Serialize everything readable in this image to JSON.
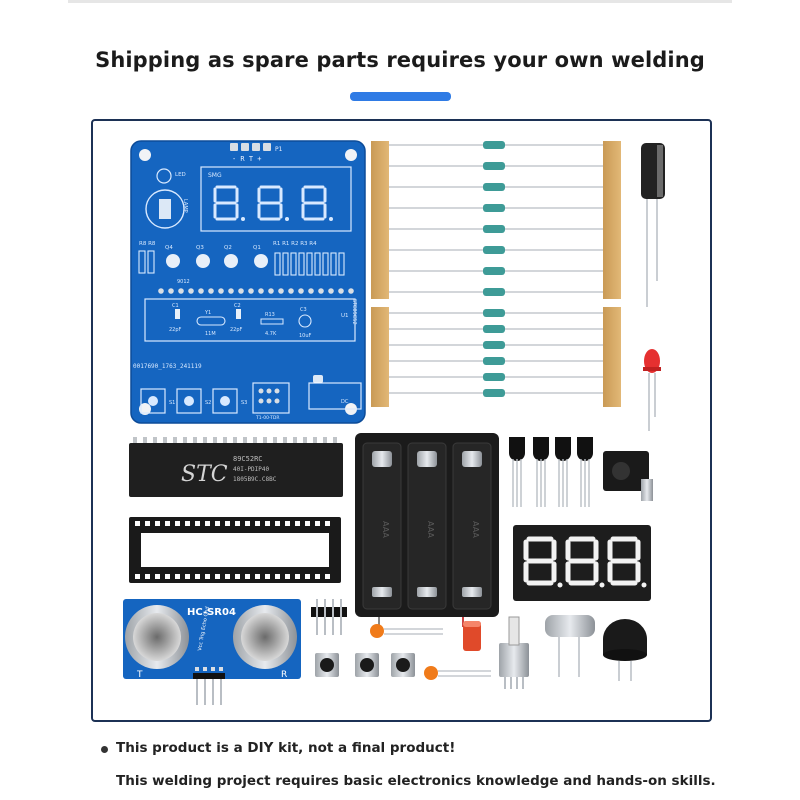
{
  "headline": "Shipping as spare parts requires your own welding",
  "colors": {
    "accent": "#2f7be5",
    "frame": "#1c3155",
    "pcb": "#1565c0",
    "segment": "#d8e9ff"
  },
  "photo": {
    "pcb_labels": {
      "header_text": "- R T +",
      "p1": "P1",
      "smg": "SMG",
      "led": "LED",
      "lamp": "LAMP",
      "resistor_row": "R8 R8",
      "q4": "Q4",
      "q3": "Q3",
      "q2": "Q2",
      "q1": "Q1",
      "r_row": "R1 R1 R2 R3 R4",
      "q_part": "9012",
      "stc": "STC89C52",
      "u1": "U1",
      "c1": "C1",
      "c2": "C2",
      "c1_val": "22pF",
      "c2_val": "22pF",
      "crystal": "Y1",
      "crystal_val": "11M",
      "r13": "R13",
      "r13_val": "4.7K",
      "c3": "C3",
      "c3_val": "10uF",
      "serial": "0017690_1763_241119",
      "s1": "S1",
      "s2": "S2",
      "s3": "S3",
      "sensor_pins": "T1-00-TDR",
      "dc": "DC"
    },
    "chip": {
      "brand": "STC",
      "line1": "89C52RC",
      "line2": "40I-PDIP40",
      "line3": "1805B9C.C8BC"
    },
    "battery_text": "AAA",
    "sensor": {
      "model": "HC-SR04",
      "t": "T",
      "r": "R",
      "pins": "Vcc Trig Echo Gnd"
    }
  },
  "notes": {
    "line1": "This product is a DIY kit, not a final product!",
    "line2": "This welding project requires basic electronics knowledge and hands-on skills."
  }
}
